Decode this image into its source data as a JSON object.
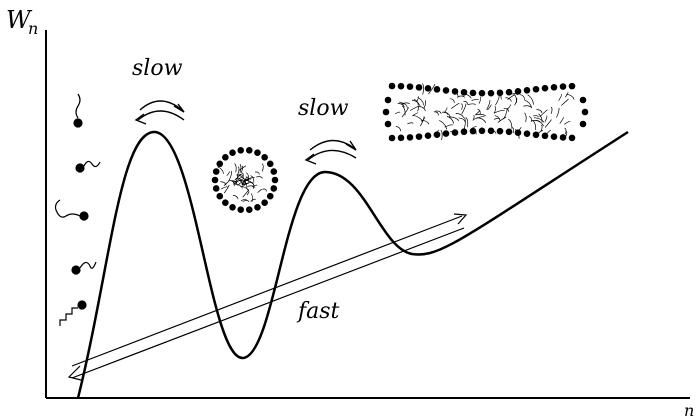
{
  "axes": {
    "y_label_main": "W",
    "y_label_sub": "n",
    "x_label": "n"
  },
  "labels": {
    "slow_1": "slow",
    "slow_2": "slow",
    "fast": "fast"
  }
}
